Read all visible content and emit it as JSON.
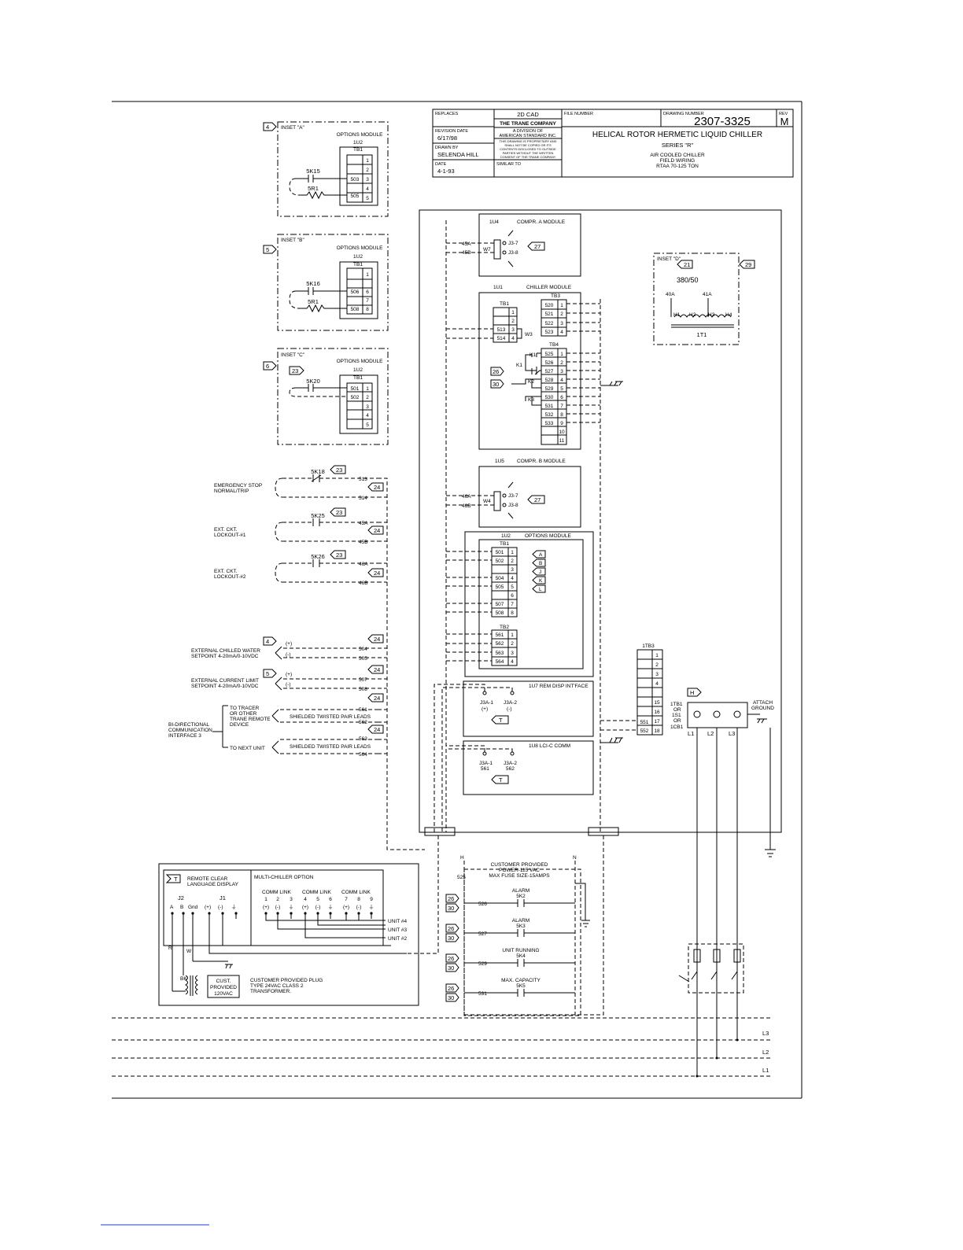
{
  "title_block": {
    "replaces_label": "REPLACES",
    "cad_label": "2D CAD",
    "company": "THE TRANE COMPANY",
    "division": [
      "A DIVISION OF",
      "AMERICAN STANDARD INC."
    ],
    "proprietary": [
      "THIS DRAWING IS PROPRIETARY AND",
      "SHALL NOT BE COPIED OR ITS",
      "CONTENTS DISCLOSED TO OUTSIDE",
      "PARTIES WITHOUT THE WRITTEN",
      "CONSENT OF THE TRANE COMPANY"
    ],
    "revision_date_label": "REVISION DATE",
    "revision_date": "6/17/98",
    "drawn_by_label": "DRAWN BY",
    "drawn_by": "SELENDA HILL",
    "date_label": "DATE",
    "date": "4-1-93",
    "similar_to_label": "SIMILAR TO",
    "file_number_label": "FILE NUMBER",
    "drawing_number_label": "DRAWING NUMBER",
    "drawing_number": "2307-3325",
    "rev_label": "REV",
    "rev": "M",
    "title": "HELICAL ROTOR HERMETIC LIQUID CHILLER",
    "series": "SERIES \"R\"",
    "subtitle": [
      "AIR COOLED CHILLER",
      "FIELD WIRING",
      "RTAA 70-125 TON"
    ]
  },
  "inset_a": {
    "tag": "4",
    "label": "INSET \"A\"",
    "module": "OPTIONS MODULE",
    "id": "1U2",
    "tb": "TB1",
    "rows": [
      "1",
      "2",
      "3",
      "4",
      "5"
    ],
    "wires": [
      "503",
      "505"
    ],
    "contact": "5K15",
    "resistor": "5R1"
  },
  "inset_b": {
    "tag": "5",
    "label": "INSET \"B\"",
    "module": "OPTIONS MODULE",
    "id": "1U2",
    "tb": "TB1",
    "rows": [
      "1",
      "6",
      "7",
      "8"
    ],
    "wires": [
      "506",
      "508"
    ],
    "contact": "5K16",
    "resistor": "5R1"
  },
  "inset_c": {
    "tag": "6",
    "label": "INSET \"C\"",
    "module": "OPTIONS MODULE",
    "id": "1U2",
    "tb": "TB1",
    "rows": [
      "1",
      "2",
      "3",
      "4",
      "5"
    ],
    "wires": [
      "501",
      "502"
    ],
    "contact": "5K20",
    "ref": "23"
  },
  "inset_d": {
    "label": "INSET \"D\"",
    "ref1": "21",
    "ref2": "29",
    "voltage": "380/50",
    "taps": [
      "40A",
      "41A"
    ],
    "terminals": [
      "H1",
      "H2",
      "H3",
      "H4"
    ],
    "xfmr": "1T1"
  },
  "compr_a": {
    "id": "1U4",
    "name": "COMPR. A MODULE",
    "wires": [
      "45A",
      "45B"
    ],
    "plug": "W7",
    "pins": [
      "J3-7",
      "J3-8"
    ],
    "ref": "27"
  },
  "chiller_module": {
    "id": "1U1",
    "name": "CHILLER MODULE",
    "tb1_label": "TB1",
    "tb1_rows": [
      "1",
      "2",
      "3",
      "4"
    ],
    "tb1_wires": [
      "513",
      "514"
    ],
    "w3": "W3",
    "tb3_label": "TB3",
    "tb3_wires": [
      "520",
      "521",
      "522",
      "523"
    ],
    "tb3_rows": [
      "1",
      "2",
      "3",
      "4"
    ],
    "tb4_label": "TB4",
    "tb4_wires": [
      "525",
      "526",
      "527",
      "528",
      "529",
      "530",
      "531",
      "532",
      "533"
    ],
    "tb4_rows": [
      "1",
      "2",
      "3",
      "4",
      "5",
      "6",
      "7",
      "8",
      "9",
      "10",
      "11"
    ],
    "relays": [
      "K1",
      "K1",
      "K2",
      "K3"
    ],
    "refs": [
      "26",
      "30"
    ]
  },
  "compr_b": {
    "id": "1U5",
    "name": "COMPR. B MODULE",
    "wires": [
      "46A",
      "46B"
    ],
    "plug": "W4",
    "pins": [
      "J3-7",
      "J3-8"
    ],
    "ref": "27"
  },
  "options_module": {
    "id": "1U2",
    "name": "OPTIONS MODULE",
    "tb1_label": "TB1",
    "tb1_wires": [
      "501",
      "502",
      "",
      "504",
      "505",
      "",
      "507",
      "508"
    ],
    "tb1_rows": [
      "1",
      "2",
      "3",
      "4",
      "5",
      "6",
      "7",
      "8"
    ],
    "inset_refs": [
      "A",
      "B",
      "J",
      "K",
      "L"
    ],
    "tb2_label": "TB2",
    "tb2_wires": [
      "561",
      "562",
      "563",
      "564"
    ],
    "tb2_rows": [
      "1",
      "2",
      "3",
      "4"
    ]
  },
  "rem_disp": {
    "id": "1U7 REM DISP INT'FACE",
    "pins": [
      "J3A-1",
      "J3A-2"
    ],
    "polarity": [
      "(+)",
      "(-)"
    ],
    "ref": "T"
  },
  "lci_comm": {
    "id": "1U8 LCI-C COMM",
    "pins": [
      "J3A-1",
      "J3A-2"
    ],
    "wires": [
      "561",
      "562"
    ],
    "ref": "T"
  },
  "tb1tb3": {
    "label": "1TB3",
    "rows": [
      "1",
      "2",
      "3",
      "4",
      "",
      "15",
      "16",
      "17",
      "18"
    ],
    "wires": [
      "551",
      "552"
    ]
  },
  "disconnect": {
    "ref": "H",
    "labels": [
      "1TB1",
      "OR",
      "1S1",
      "OR",
      "1CB1"
    ],
    "attach": [
      "ATTACH",
      "GROUND"
    ],
    "lines": [
      "L1",
      "L2",
      "L3"
    ]
  },
  "field": {
    "emergency": {
      "label": [
        "EMERGENCY STOP",
        "NORMAL/TRIP"
      ],
      "contact": "5K18",
      "ref_top": "23",
      "ref_bot": "24",
      "wires": [
        "513",
        "514"
      ]
    },
    "lockout1": {
      "label": [
        "EXT. CKT.",
        "LOCKOUT-#1"
      ],
      "contact": "5K25",
      "ref_top": "23",
      "ref_bot": "24",
      "wires": [
        "45A",
        "45B"
      ]
    },
    "lockout2": {
      "label": [
        "EXT. CKT.",
        "LOCKOUT-#2"
      ],
      "contact": "5K26",
      "ref_top": "23",
      "ref_bot": "24",
      "wires": [
        "46A",
        "46B"
      ]
    },
    "chilled_water": {
      "tag": "4",
      "label": [
        "EXTERNAL CHILLED WATER",
        "SETPOINT 4-20mA/0-10VDC"
      ],
      "polarity": [
        "(+)",
        "(-)"
      ],
      "ref": "24",
      "wires": [
        "504",
        "505"
      ]
    },
    "current_limit": {
      "tag": "5",
      "label": [
        "EXTERNAL CURRENT LIMIT",
        "SETPOINT 4-20mA/0-10VDC"
      ],
      "polarity": [
        "(+)",
        "(-)"
      ],
      "ref": "24",
      "wires": [
        "507",
        "508"
      ]
    },
    "comm": {
      "label": [
        "BI-DIRECTIONAL",
        "COMMUNICATION",
        "INTERFACE 3"
      ],
      "tracer": [
        "TO TRACER",
        "OR OTHER",
        "TRANE REMOTE",
        "DEVICE"
      ],
      "next_unit": "TO NEXT UNIT",
      "shield": "SHIELDED TWISTED PAIR LEADS",
      "refs": [
        "24",
        "24"
      ],
      "wires": [
        "561",
        "562",
        "563",
        "564"
      ]
    }
  },
  "remote_display": {
    "ref": "T",
    "label": [
      "REMOTE CLEAR",
      "LANGUAGE DISPLAY"
    ],
    "multi": "MULTI-CHILLER OPTION",
    "comm_link": "COMM LINK",
    "j2": "J2",
    "j1": "J1",
    "j2_pins": [
      "A",
      "B",
      "Gnd"
    ],
    "j1_pins": [
      "(+)",
      "(-)",
      "⏚"
    ],
    "link_nums": [
      "1",
      "2",
      "3",
      "4",
      "5",
      "6",
      "7",
      "8",
      "9"
    ],
    "link_pins": [
      "(+)",
      "(-)",
      "⏚"
    ],
    "units": [
      "UNIT #4",
      "UNIT #3",
      "UNIT #2"
    ],
    "wire_codes": [
      "R",
      "W",
      "BK"
    ],
    "transformer": [
      "CUST.",
      "PROVIDED",
      "120VAC"
    ],
    "plug": [
      "CUSTOMER PROVIDED PLUG",
      "TYPE 24VAC CLASS 2",
      "TRANSFORMER."
    ]
  },
  "customer_power": {
    "label": [
      "CUSTOMER PROVIDED",
      "POWER-115 VAC",
      "MAX FUSE SIZE-15AMPS"
    ],
    "h": "H",
    "n": "N",
    "wire_top": "525",
    "relays": [
      {
        "name": "ALARM",
        "id": "5K2",
        "wire": "526"
      },
      {
        "name": "ALARM",
        "id": "5K3",
        "wire": "527"
      },
      {
        "name": "UNIT RUNNING",
        "id": "5K4",
        "wire": "529"
      },
      {
        "name": "MAX. CAPACITY",
        "id": "5K5",
        "wire": "531"
      }
    ],
    "refs": [
      "26",
      "30"
    ]
  },
  "bus": {
    "lines": [
      "L3",
      "L2",
      "L1"
    ]
  }
}
